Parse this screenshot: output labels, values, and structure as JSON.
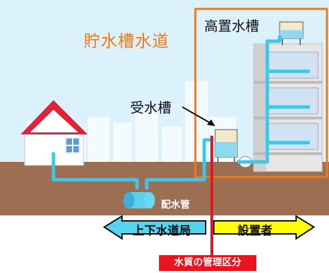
{
  "title": "貯水槽水道",
  "labels": {
    "elevated_tank": "高置水槽",
    "receiving_tank": "受水槽",
    "distribution_main": "配水管"
  },
  "arrows": {
    "left": "上下水道局",
    "right": "設置者"
  },
  "boundary": "水質の管理区分",
  "colors": {
    "sky": "#dbf1fb",
    "ground": "#9c6e52",
    "pipe": "#3cc8e8",
    "title": "#f07818",
    "frame": "#f07818",
    "left_arrow": "#55d4f0",
    "right_arrow": "#ffff00",
    "boundary": "#e8141e",
    "roof": "#e0223a"
  }
}
